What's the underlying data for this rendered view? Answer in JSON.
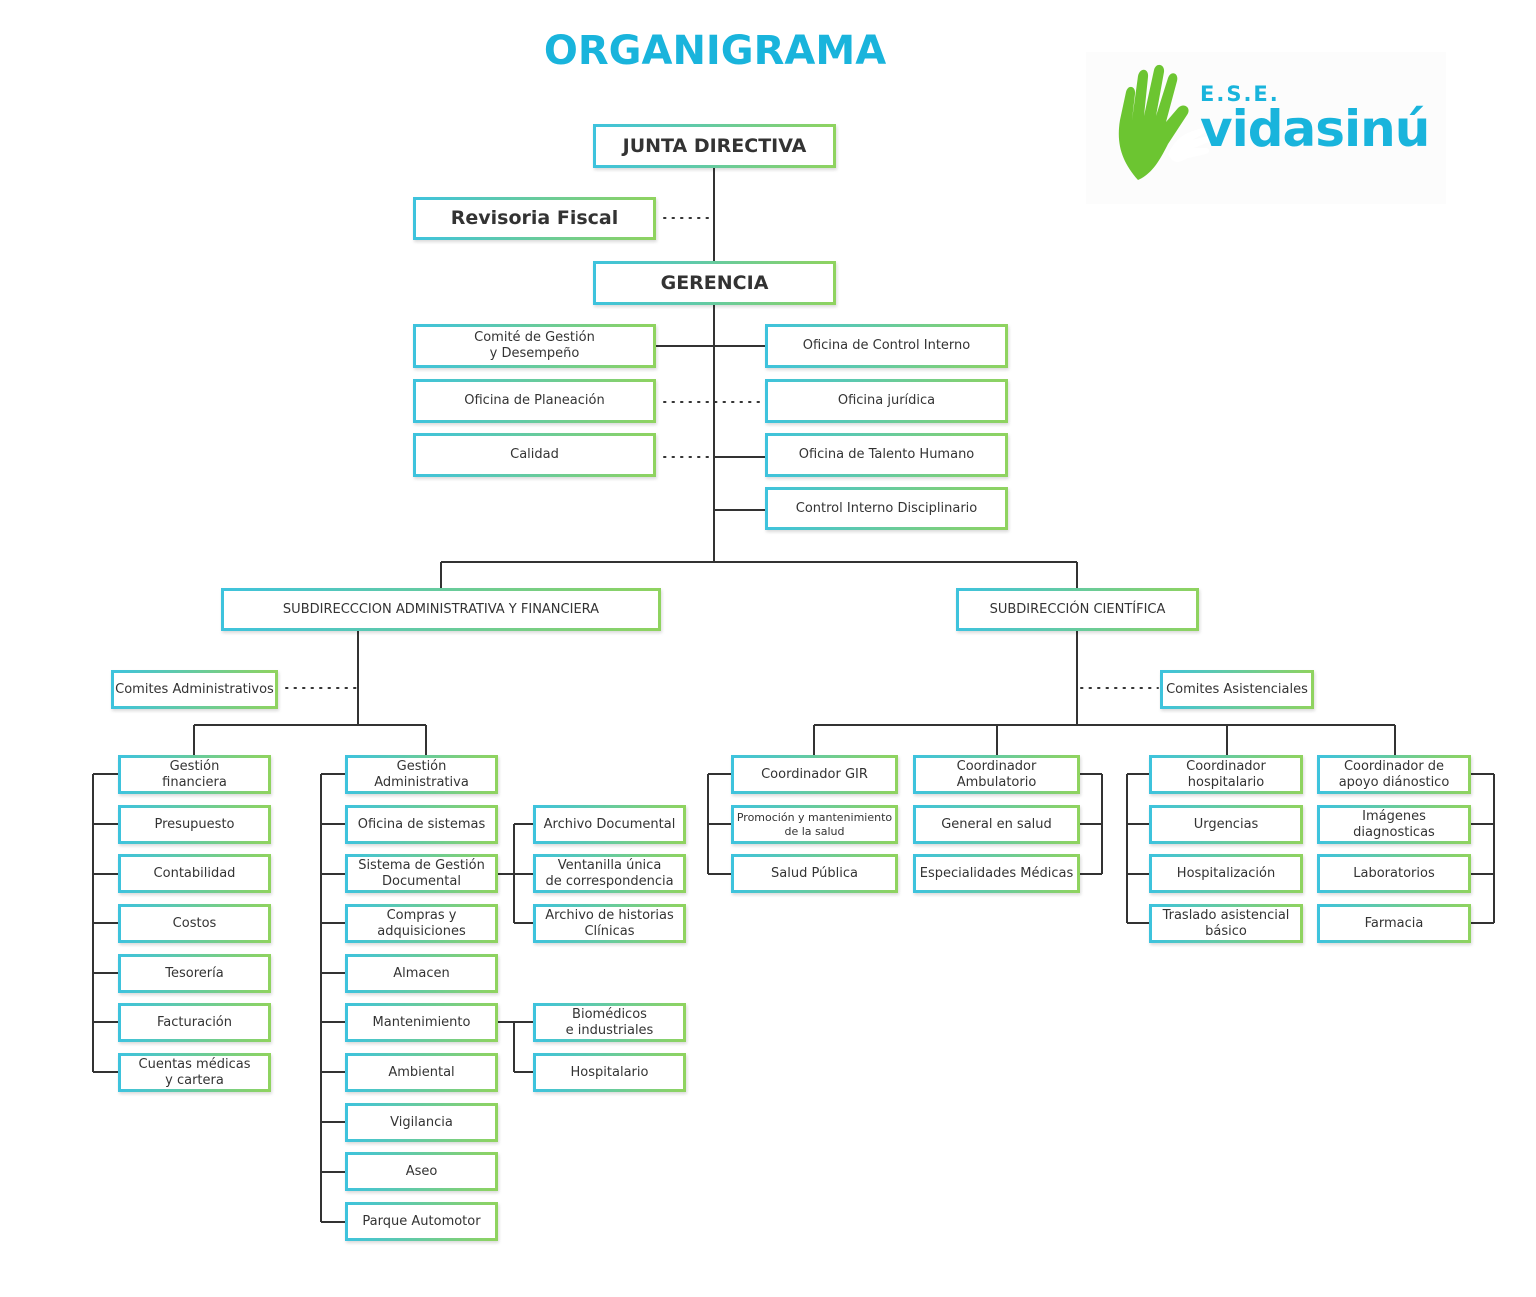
{
  "title": "ORGANIGRAMA",
  "logo": {
    "ese": "E.S.E.",
    "name": "vidasinú"
  },
  "colors": {
    "title": "#19b4dc",
    "border_start": "#3ec3dd",
    "border_end": "#8fd35f",
    "line": "#333333",
    "logo_green": "#6cc531"
  },
  "nodes": {
    "junta": "JUNTA DIRECTIVA",
    "revisoria": "Revisoria Fiscal",
    "gerencia": "GERENCIA",
    "comite_gestion": "Comité de Gestión\ny Desempeño",
    "control_interno": "Oficina de Control Interno",
    "planeacion": "Oficina de Planeación",
    "juridica": "Oficina jurídica",
    "calidad": "Calidad",
    "talento": "Oficina  de Talento Humano",
    "disciplinario": "Control Interno Disciplinario",
    "sub_admin": "SUBDIRECCCION ADMINISTRATIVA Y FINANCIERA",
    "sub_cient": "SUBDIRECCIÓN CIENTÍFICA",
    "comites_admin": "Comites Administrativos",
    "comites_asist": "Comites Asistenciales",
    "gestion_fin": "Gestión\nfinanciera",
    "presupuesto": "Presupuesto",
    "contabilidad": "Contabilidad",
    "costos": "Costos",
    "tesoreria": "Tesorería",
    "facturacion": "Facturación",
    "cuentas": "Cuentas médicas\ny cartera",
    "gestion_admin": "Gestión\nAdministrativa",
    "sistemas": "Oficina de sistemas",
    "sgd": "Sistema de Gestión\nDocumental",
    "compras": "Compras y\nadquisiciones",
    "almacen": "Almacen",
    "mantenimiento": "Mantenimiento",
    "ambiental": "Ambiental",
    "vigilancia": "Vigilancia",
    "aseo": "Aseo",
    "parque": "Parque Automotor",
    "archivo_doc": "Archivo Documental",
    "ventanilla": "Ventanilla única\nde correspondencia",
    "archivo_hist": "Archivo de historias\nClínicas",
    "biomedicos": "Biomédicos\ne industriales",
    "hospitalario": "Hospitalario",
    "coord_gir": "Coordinador GIR",
    "promocion": "Promoción y mantenimiento\nde la salud",
    "salud_publica": "Salud Pública",
    "coord_amb": "Coordinador\nAmbulatorio",
    "general_salud": "General en salud",
    "especialidades": "Especialidades Médicas",
    "coord_hosp": "Coordinador\nhospitalario",
    "urgencias": "Urgencias",
    "hospitalizacion": "Hospitalización",
    "traslado": "Traslado asistencial\nbásico",
    "coord_apoyo": "Coordinador de\napoyo diánostico",
    "imagenes": "Imágenes diagnosticas",
    "laboratorios": "Laboratorios",
    "farmacia": "Farmacia"
  }
}
